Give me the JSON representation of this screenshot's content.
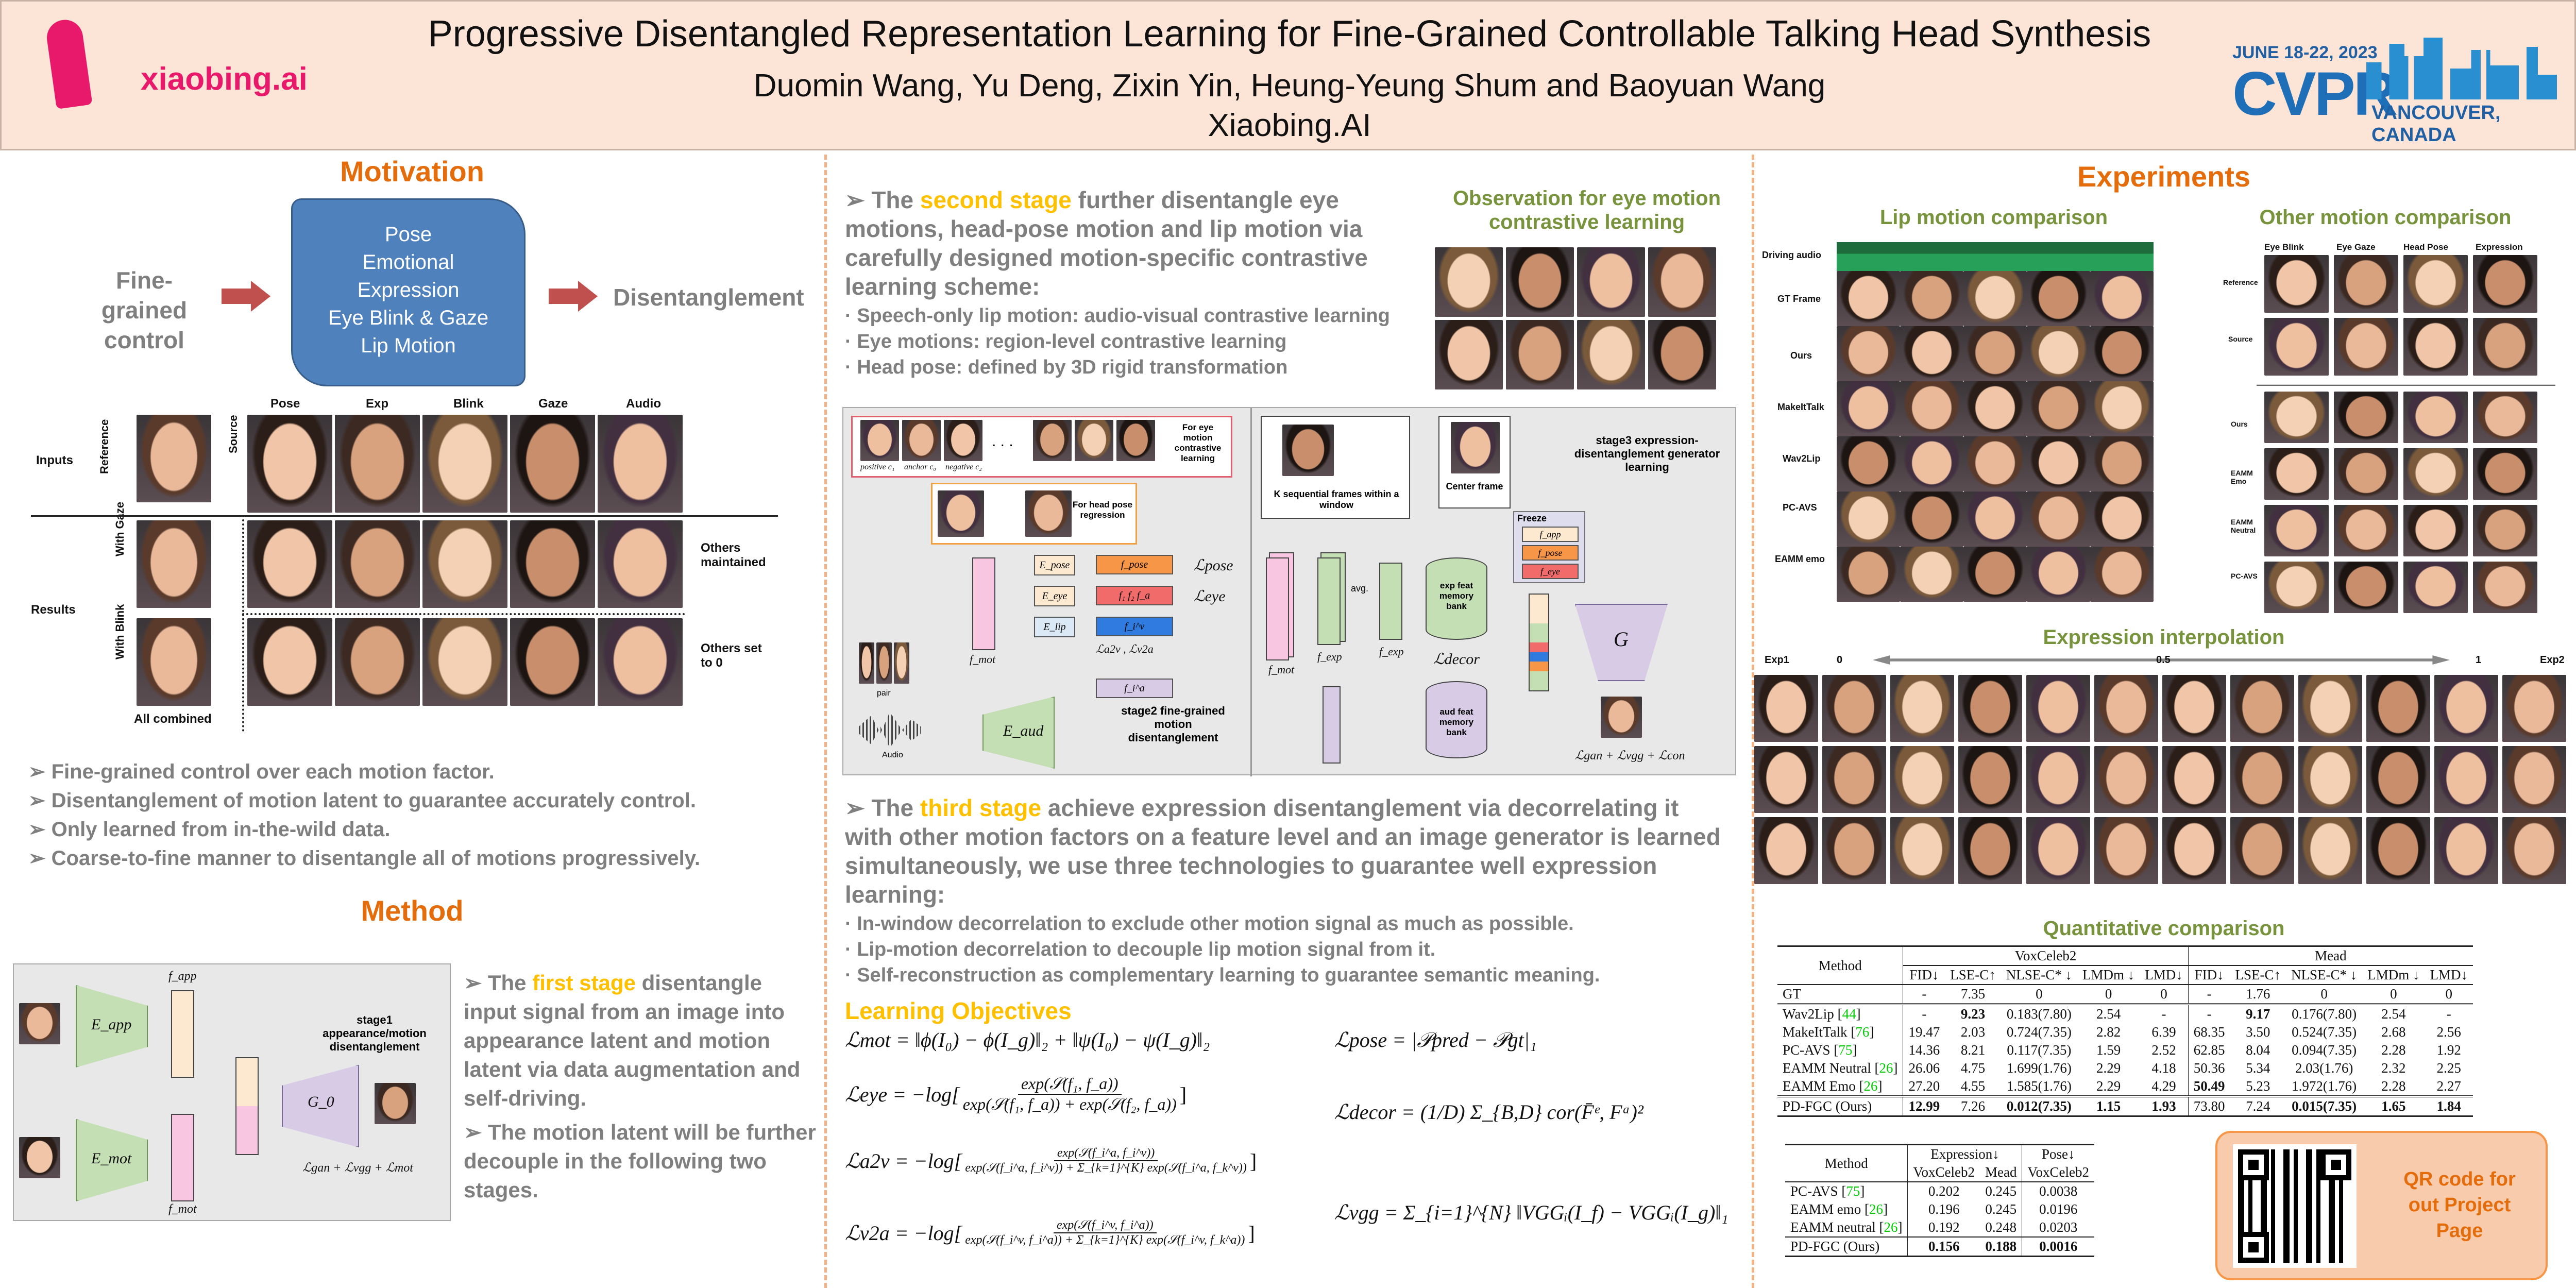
{
  "header": {
    "title": "Progressive Disentangled Representation Learning for Fine-Grained Controllable Talking Head Synthesis",
    "authors": "Duomin Wang, Yu Deng, Zixin Yin, Heung-Yeung Shum and Baoyuan Wang",
    "affiliation": "Xiaobing.AI",
    "logo_text": "xiaobing.ai",
    "conf_dates": "JUNE 18-22, 2023",
    "conf_name": "CVPR",
    "conf_place": "VANCOUVER, CANADA"
  },
  "colors": {
    "orange": "#e46c0a",
    "green": "#77933c",
    "yellow": "#ffc000",
    "pink": "#e8196b",
    "blue": "#4a7ebb"
  },
  "motivation": {
    "heading": "Motivation",
    "left": "Fine-grained control",
    "box_lines": [
      "Pose",
      "Emotional",
      "Expression",
      "Eye Blink & Gaze",
      "Lip Motion"
    ],
    "right": "Disentanglement",
    "fig": {
      "cols": [
        "Pose",
        "Exp",
        "Blink",
        "Gaze",
        "Audio"
      ],
      "inputs": "Inputs",
      "reference": "Reference",
      "source": "Source",
      "results": "Results",
      "with_gaze": "With Gaze",
      "with_blink": "With Blink",
      "all_combined": "All combined",
      "others_maintained": "Others maintained",
      "others_zero": "Others set to 0"
    },
    "bullets": [
      "➢ Fine-grained control over each motion factor.",
      "➢ Disentanglement of motion latent to guarantee accurately control.",
      "➢ Only learned from in-the-wild data.",
      "➢ Coarse-to-fine manner to disentangle all of motions progressively."
    ]
  },
  "method": {
    "heading": "Method",
    "stage1": {
      "e_app": "E_app",
      "e_mot": "E_mot",
      "f_app": "f_app",
      "f_mot": "f_mot",
      "title": "stage1 appearance/motion disentanglement",
      "g0": "G_0",
      "loss": "ℒgan + ℒvgg + ℒmot"
    },
    "first_pre": "➢ The ",
    "first_hl": "first stage",
    "first_post": " disentangle input signal from an image into appearance latent and motion latent via data augmentation and self-driving.",
    "latent_note": "➢ The motion latent will be further decouple in the following two stages."
  },
  "second": {
    "pre": "➢ The ",
    "hl": "second stage",
    "post": " further disentangle eye motions, head-pose motion and lip motion via carefully designed motion-specific contrastive learning scheme:",
    "items": [
      "· Speech-only lip motion: audio-visual contrastive learning",
      "· Eye motions: region-level contrastive learning",
      "· Head pose: defined by 3D rigid transformation"
    ],
    "obs_heading": "Observation for eye motion contrastive learning"
  },
  "diagram": {
    "eye_note": "For eye motion contrastive learning",
    "head_note": "For head pose regression",
    "pos": "positive c₁",
    "anc": "anchor c₀",
    "neg": "negative c₂",
    "e_pose": "E_pose",
    "e_eye": "E_eye",
    "e_lip": "E_lip",
    "f_pose": "f_pose",
    "f_eye": "f₁  f₂  f_a",
    "f_v": "f_i^v",
    "f_a": "f_i^a",
    "f_mot": "f_mot",
    "l_pose": "ℒpose",
    "l_eye": "ℒeye",
    "l_av": "ℒa2v , ℒv2a",
    "e_aud": "E_aud",
    "audio": "Audio",
    "pair": "pair",
    "stage2": "stage2 fine-grained motion disentanglement",
    "k_frames": "K sequential frames within a window",
    "center": "Center frame",
    "stage3": "stage3 expression-disentanglement generator learning",
    "freeze": "Freeze",
    "fr": [
      "f_app",
      "f_pose",
      "f_eye"
    ],
    "avg": "avg.",
    "f_exp": "f_exp",
    "f_exp2": "f_exp",
    "exp_bank": "exp feat memory bank",
    "aud_bank": "aud feat memory bank",
    "l_decor": "ℒdecor",
    "g": "G",
    "l_final": "ℒgan + ℒvgg + ℒcon",
    "f_mot2": "f_mot",
    "f_i": "f_i^a"
  },
  "third": {
    "pre": "➢ The ",
    "hl": "third stage",
    "post": " achieve expression disentanglement via decorrelating it with other motion factors on a feature level and an image generator is learned simultaneously, we use three technologies to guarantee well expression learning:",
    "items": [
      "· In-window decorrelation to exclude other motion signal as much as possible.",
      "· Lip-motion decorrelation to decouple lip motion signal from it.",
      "· Self-reconstruction as complementary learning to guarantee semantic meaning."
    ]
  },
  "objectives": {
    "heading": "Learning Objectives",
    "mot": "ℒmot = ‖ϕ(I₀) − ϕ(I_g)‖₂ + ‖ψ(I₀) − ψ(I_g)‖₂",
    "eye_lhs": "ℒeye = −log[",
    "eye_num": "exp(𝒮(f₁, f_a))",
    "eye_den": "exp(𝒮(f₁, f_a)) + exp(𝒮(f₂, f_a))",
    "close": "]",
    "a2v_lhs": "ℒa2v = −log[",
    "a2v_num": "exp(𝒮(f_i^a, f_i^v))",
    "a2v_den": "exp(𝒮(f_i^a, f_i^v)) + Σ_{k=1}^{K} exp(𝒮(f_i^a, f_k^v))",
    "v2a_lhs": "ℒv2a = −log[",
    "v2a_num": "exp(𝒮(f_i^v, f_i^a))",
    "v2a_den": "exp(𝒮(f_i^v, f_i^a)) + Σ_{k=1}^{K} exp(𝒮(f_i^v, f_k^a))",
    "pose": "ℒpose = |𝒫pred − 𝒫gt|₁",
    "decor": "ℒdecor = (1/D) Σ_{B,D} cor(F̄ᵉ, Fᵃ)²",
    "vgg": "ℒvgg = Σ_{i=1}^{N} ‖VGGᵢ(I_f) − VGGᵢ(I_g)‖₁"
  },
  "experiments": {
    "heading": "Experiments",
    "lip_heading": "Lip motion comparison",
    "lip_rows": [
      "Driving audio",
      "GT Frame",
      "Ours",
      "MakeItTalk",
      "Wav2Lip",
      "PC-AVS",
      "EAMM emo"
    ],
    "other_heading": "Other motion comparison",
    "other_cols": [
      "Eye Blink",
      "Eye Gaze",
      "Head Pose",
      "Expression"
    ],
    "other_rows": [
      "Reference",
      "Source",
      "Ours",
      "EAMM Emo",
      "EAMM Neutral",
      "PC-AVS"
    ],
    "interp_heading": "Expression interpolation",
    "interp_labels": [
      "Exp1",
      "0",
      "0.5",
      "1",
      "Exp2"
    ],
    "quant_heading": "Quantitative comparison"
  },
  "table1": {
    "method": "Method",
    "group1": "VoxCeleb2",
    "group2": "Mead",
    "cols": [
      "FID↓",
      "LSE-C↑",
      "NLSE-C* ↓",
      "LMDm ↓",
      "LMD↓",
      "FID↓",
      "LSE-C↑",
      "NLSE-C* ↓",
      "LMDm ↓",
      "LMD↓"
    ],
    "gt": [
      "GT",
      "-",
      "7.35",
      "0",
      "0",
      "0",
      "-",
      "1.76",
      "0",
      "0",
      "0"
    ],
    "rows": [
      {
        "name": "Wav2Lip",
        "cite": "44",
        "vals": [
          "-",
          "9.23",
          "0.183(7.80)",
          "2.54",
          "-",
          "-",
          "9.17",
          "0.176(7.80)",
          "2.54",
          "-"
        ]
      },
      {
        "name": "MakeItTalk",
        "cite": "76",
        "vals": [
          "19.47",
          "2.03",
          "0.724(7.35)",
          "2.82",
          "6.39",
          "68.35",
          "3.50",
          "0.524(7.35)",
          "2.68",
          "2.56"
        ]
      },
      {
        "name": "PC-AVS",
        "cite": "75",
        "vals": [
          "14.36",
          "8.21",
          "0.117(7.35)",
          "1.59",
          "2.52",
          "62.85",
          "8.04",
          "0.094(7.35)",
          "2.28",
          "1.92"
        ]
      },
      {
        "name": "EAMM Neutral",
        "cite": "26",
        "vals": [
          "26.06",
          "4.75",
          "1.699(1.76)",
          "2.29",
          "4.18",
          "50.36",
          "5.34",
          "2.03(1.76)",
          "2.32",
          "2.25"
        ]
      },
      {
        "name": "EAMM Emo",
        "cite": "26",
        "vals": [
          "27.20",
          "4.55",
          "1.585(1.76)",
          "2.29",
          "4.29",
          "50.49",
          "5.23",
          "1.972(1.76)",
          "2.28",
          "2.27"
        ]
      }
    ],
    "ours": [
      "PD-FGC (Ours)",
      "12.99",
      "7.26",
      "0.012(7.35)",
      "1.15",
      "1.93",
      "73.80",
      "7.24",
      "0.015(7.35)",
      "1.65",
      "1.84"
    ]
  },
  "table2": {
    "method": "Method",
    "expr": "Expression↓",
    "pose": "Pose↓",
    "sub": [
      "VoxCeleb2",
      "Mead",
      "VoxCeleb2"
    ],
    "rows": [
      {
        "name": "PC-AVS",
        "cite": "75",
        "vals": [
          "0.202",
          "0.245",
          "0.0038"
        ]
      },
      {
        "name": "EAMM emo",
        "cite": "26",
        "vals": [
          "0.196",
          "0.245",
          "0.0196"
        ]
      },
      {
        "name": "EAMM neutral",
        "cite": "26",
        "vals": [
          "0.192",
          "0.248",
          "0.0203"
        ]
      }
    ],
    "ours": [
      "PD-FGC (Ours)",
      "0.156",
      "0.188",
      "0.0016"
    ]
  },
  "qr": {
    "text": "QR code for out Project Page"
  }
}
